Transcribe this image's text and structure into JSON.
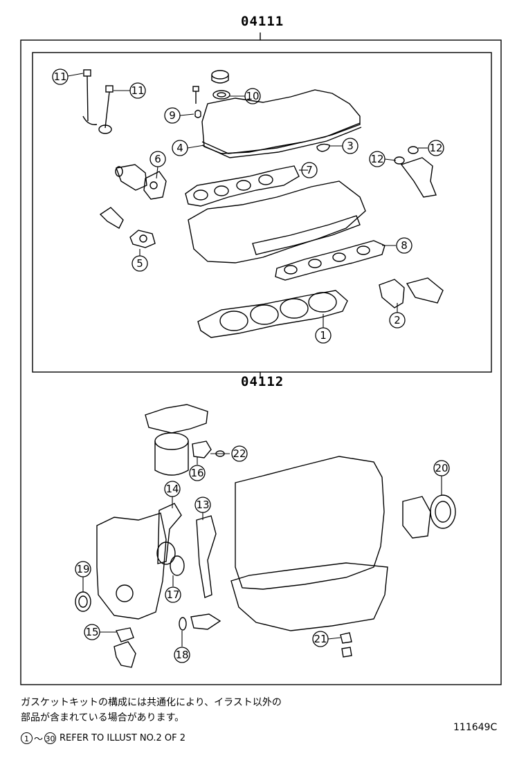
{
  "groups": {
    "outer_label": "04111",
    "inner_label": "04112"
  },
  "callouts": [
    {
      "id": "c1",
      "label": "1"
    },
    {
      "id": "c2",
      "label": "2"
    },
    {
      "id": "c3",
      "label": "3"
    },
    {
      "id": "c4",
      "label": "4"
    },
    {
      "id": "c5",
      "label": "5"
    },
    {
      "id": "c6",
      "label": "6"
    },
    {
      "id": "c7",
      "label": "7"
    },
    {
      "id": "c8",
      "label": "8"
    },
    {
      "id": "c9",
      "label": "9"
    },
    {
      "id": "c10",
      "label": "10"
    },
    {
      "id": "c11a",
      "label": "11"
    },
    {
      "id": "c11b",
      "label": "11"
    },
    {
      "id": "c12a",
      "label": "12"
    },
    {
      "id": "c12b",
      "label": "12"
    },
    {
      "id": "c13",
      "label": "13"
    },
    {
      "id": "c14",
      "label": "14"
    },
    {
      "id": "c15",
      "label": "15"
    },
    {
      "id": "c16",
      "label": "16"
    },
    {
      "id": "c17",
      "label": "17"
    },
    {
      "id": "c18",
      "label": "18"
    },
    {
      "id": "c19",
      "label": "19"
    },
    {
      "id": "c20",
      "label": "20"
    },
    {
      "id": "c21",
      "label": "21"
    },
    {
      "id": "c22",
      "label": "22"
    }
  ],
  "note": {
    "line1": "ガスケットキットの構成には共通化により、イラスト以外の",
    "line2": "部品が含まれている場合があります。"
  },
  "reference": {
    "code": "111649C",
    "range_start": "1",
    "tilde": "～",
    "range_end": "30",
    "text": "REFER TO ILLUST NO.2 OF 2"
  }
}
